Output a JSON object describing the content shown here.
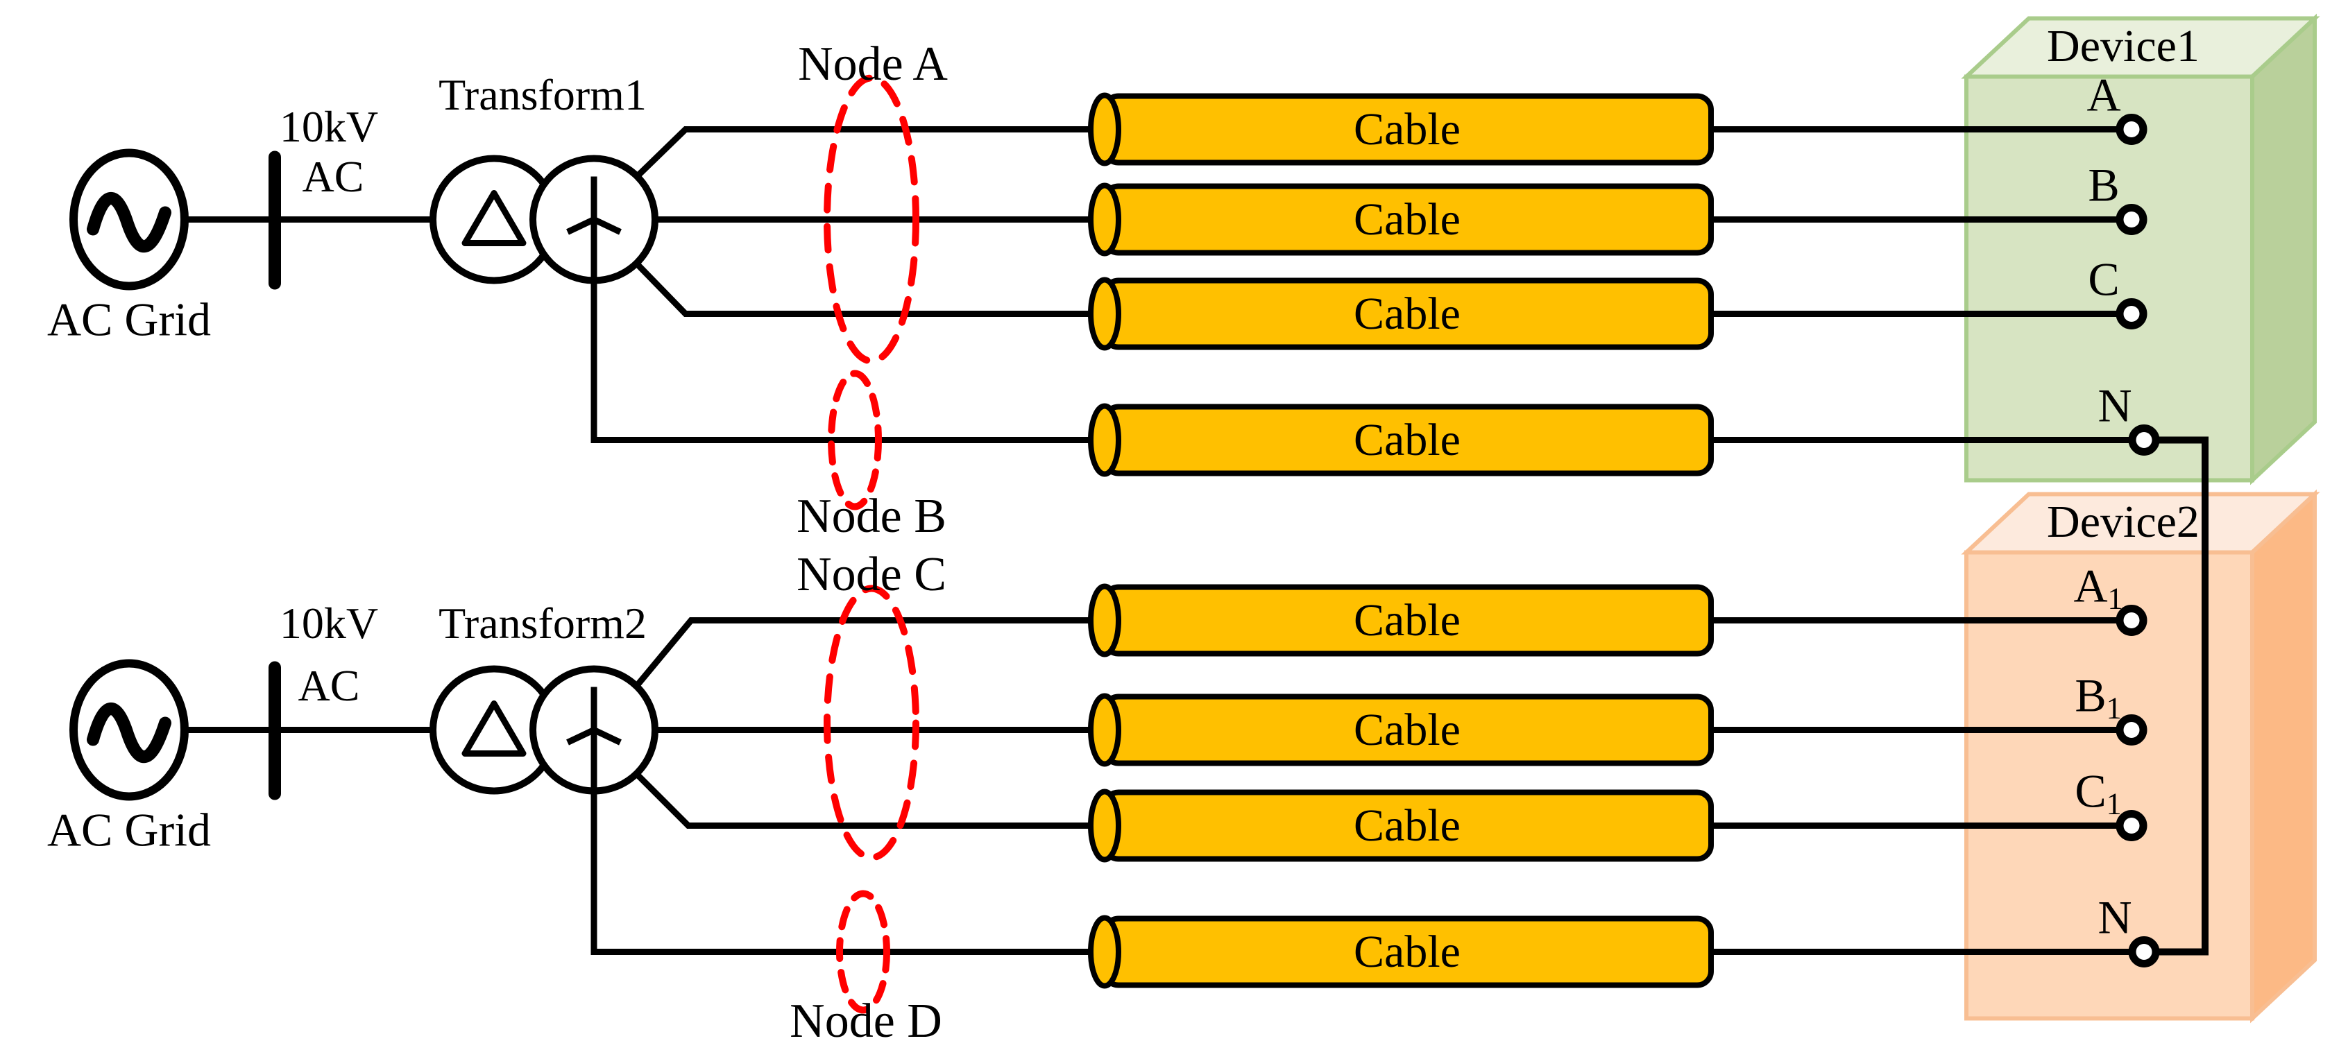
{
  "labels": {
    "cable": "Cable"
  },
  "grids": [
    {
      "name": "AC Grid",
      "voltage": "10kV",
      "bus": "AC"
    },
    {
      "name": "AC Grid",
      "voltage": "10kV",
      "bus": "AC"
    }
  ],
  "transformers": [
    {
      "name": "Transform1"
    },
    {
      "name": "Transform2"
    }
  ],
  "nodes": [
    {
      "name": "Node A"
    },
    {
      "name": "Node B"
    },
    {
      "name": "Node C"
    },
    {
      "name": "Node D"
    }
  ],
  "devices": [
    {
      "name": "Device1",
      "terminals": [
        {
          "base": "A",
          "sub": ""
        },
        {
          "base": "B",
          "sub": ""
        },
        {
          "base": "C",
          "sub": ""
        },
        {
          "base": "N",
          "sub": ""
        }
      ]
    },
    {
      "name": "Device2",
      "terminals": [
        {
          "base": "A",
          "sub": "1"
        },
        {
          "base": "B",
          "sub": "1"
        },
        {
          "base": "C",
          "sub": "1"
        },
        {
          "base": "N",
          "sub": ""
        }
      ]
    }
  ],
  "colors": {
    "background": "#FFFFFF",
    "wire": "#000000",
    "cable-fill": "#FFC000",
    "node-red": "#FF0000",
    "device1-front": "#D7E4C2",
    "device1-top": "#E9F0DC",
    "device1-side": "#B9D09B",
    "device1-border": "#A9CC8B",
    "device2-front": "#FED7B8",
    "device2-top": "#FDEADD",
    "device2-side": "#FCB985",
    "device2-border": "#F8BE92"
  }
}
